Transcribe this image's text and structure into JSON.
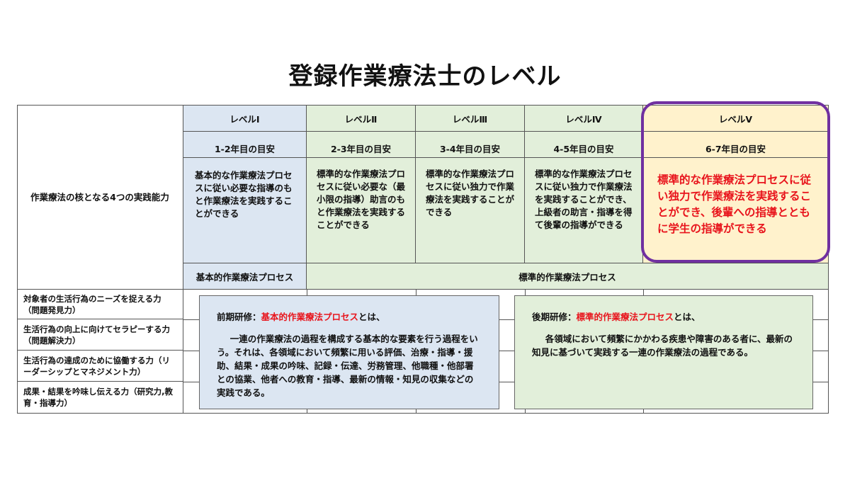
{
  "title": "登録作業療法士のレベル",
  "row_label": "作業療法の核となる4つの実践能力",
  "levels": [
    {
      "name": "レベルⅠ",
      "years": "1-2年目の目安",
      "desc": "基本的な作業療法プロセスに従い必要な指導のもと作業療法を実践することができる"
    },
    {
      "name": "レベルⅡ",
      "years": "2-3年目の目安",
      "desc": "標準的な作業療法プロセスに従い必要な（最小限の指導）助言のもと作業療法を実践することができる"
    },
    {
      "name": "レベルⅢ",
      "years": "3-4年目の目安",
      "desc": "標準的な作業療法プロセスに従い独力で作業療法を実践することができる"
    },
    {
      "name": "レベルⅣ",
      "years": "4-5年目の目安",
      "desc": "標準的な作業療法プロセスに従い独力で作業療法を実践することができ、上級者の助言・指導を得て後輩の指導ができる"
    },
    {
      "name": "レベルⅤ",
      "years": "6-7年目の目安",
      "desc": "標準的な作業療法プロセスに従い独力で作業療法を実践することができ、後輩への指導とともに学生の指導ができる"
    }
  ],
  "process": {
    "basic": "基本的作業療法プロセス",
    "standard": "標準的作業療法プロセス"
  },
  "abilities": [
    "対象者の生活行為のニーズを捉える力（問題発見力）",
    "生活行為の向上に向けてセラピーする力（問題解決力）",
    "生活行為の達成のために協働する力（リーダーシップとマネジメント力）",
    "成果・結果を吟味し伝える力（研究力,教育・指導力）"
  ],
  "early": {
    "prefix": "前期研修：",
    "term": "基本的作業療法プロセス",
    "suffix": "とは、",
    "body": "一連の作業療法の過程を構成する基本的な要素を行う過程をいう。それは、各領域において頻繁に用いる評価、治療・指導・援助、結果・成果の吟味、記録・伝達、労務管理、他職種・他部署との協業、他者への教育・指導、最新の情報・知見の収集などの実践である。"
  },
  "late": {
    "prefix": "後期研修：",
    "term": "標準的作業療法プロセス",
    "suffix": "とは、",
    "body": "各領域において頻繁にかかわる疾患や障害のある者に、最新の知見に基づいて実践する一連の作業療法の過程である。"
  },
  "colors": {
    "highlight_border": "#7030a0",
    "red": "#e8141c"
  }
}
